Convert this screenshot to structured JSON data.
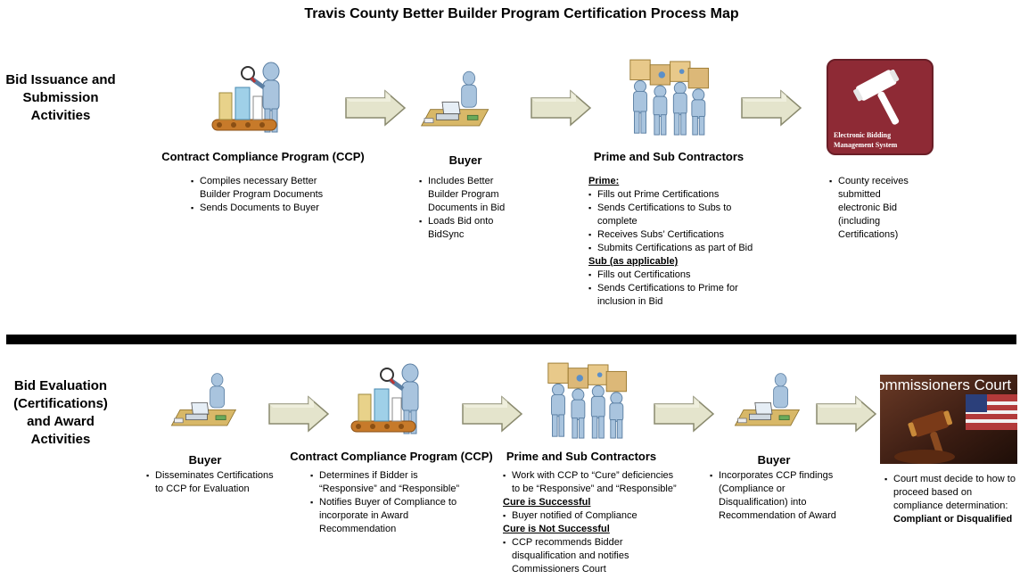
{
  "title": "Travis County Better Builder Program Certification Process Map",
  "rows": {
    "top_label": "Bid Issuance and Submission Activities",
    "bottom_label": "Bid Evaluation (Certifications) and Award Activities"
  },
  "top": {
    "ccp": {
      "name": "Contract Compliance Program (CCP)",
      "bullets": [
        "Compiles necessary Better Builder Program Documents",
        "Sends Documents to Buyer"
      ]
    },
    "buyer": {
      "name": "Buyer",
      "bullets": [
        "Includes Better Builder Program Documents in Bid",
        "Loads Bid onto BidSync"
      ]
    },
    "contractors": {
      "name": "Prime and Sub Contractors",
      "prime_heading": "Prime:",
      "prime_bullets": [
        "Fills out Prime Certifications",
        "Sends Certifications to Subs to complete",
        "Receives Subs’ Certifications",
        "Submits Certifications as part of Bid"
      ],
      "sub_heading": "Sub (as applicable)",
      "sub_bullets": [
        "Fills out Certifications",
        "Sends Certifications to Prime for inclusion in Bid"
      ]
    },
    "county": {
      "bullets": [
        "County receives submitted electronic Bid (including Certifications)"
      ],
      "system_label": "Electronic Bidding Management System"
    }
  },
  "bottom": {
    "buyer1": {
      "name": "Buyer",
      "bullets": [
        "Disseminates Certifications to CCP for Evaluation"
      ]
    },
    "ccp": {
      "name": "Contract Compliance Program (CCP)",
      "bullets": [
        "Determines if Bidder is “Responsive” and “Responsible”",
        "Notifies Buyer of Compliance to incorporate in Award Recommendation"
      ]
    },
    "contractors": {
      "name": "Prime and Sub Contractors",
      "bullets": [
        "Work with CCP to “Cure” deficiencies to be “Responsive” and “Responsible”"
      ],
      "success_heading": "Cure is Successful",
      "success_bullets": [
        "Buyer notified of Compliance"
      ],
      "fail_heading": "Cure is Not Successful",
      "fail_bullets": [
        "CCP recommends Bidder disqualification and notifies Commissioners Court"
      ]
    },
    "buyer2": {
      "name": "Buyer",
      "bullets": [
        "Incorporates CCP findings (Compliance or Disqualification) into Recommendation of Award"
      ]
    },
    "court": {
      "image_text": "ommissioners Court",
      "bullet_lead": "Court must decide to how to proceed based on compliance determination:",
      "bullet_strong": "Compliant or Disqualified"
    }
  },
  "colors": {
    "arrow_fill": "#e4e4cc",
    "arrow_stroke": "#8a8a6e",
    "person": "#a9c4de",
    "belt": "#c77a2a",
    "gavel_bg": "#8e2a35",
    "divider": "#000000"
  },
  "icons": {
    "ccp": "person-inspecting-conveyor-icon",
    "buyer": "person-at-desk-icon",
    "contractors": "workers-carrying-boxes-icon",
    "system": "gavel-icon",
    "court": "courtroom-gavel-photo"
  }
}
